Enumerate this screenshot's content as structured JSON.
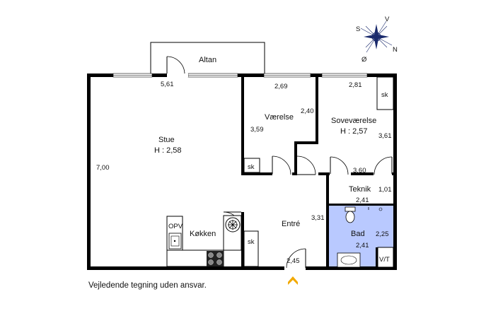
{
  "rooms": {
    "altan": "Altan",
    "stue": "Stue",
    "stue_height": "H : 2,58",
    "vaerelse": "Værelse",
    "sovevaerelse": "Soveværelse",
    "sovevaerelse_height": "H : 2,57",
    "teknik": "Teknik",
    "koekken": "Køkken",
    "entre": "Entré",
    "bad": "Bad"
  },
  "fixtures": {
    "opv": "OPV",
    "sk": "sk",
    "vt": "V/T"
  },
  "dimensions": {
    "stue_width": "5,61",
    "stue_depth": "7,00",
    "vaerelse_width": "2,69",
    "vaerelse_side": "2,40",
    "vaerelse_depth": "3,59",
    "sove_width": "2,81",
    "sove_depth": "3,61",
    "sove_bottom": "3,60",
    "teknik_depth": "1,01",
    "teknik_width": "2,41",
    "entre_depth": "3,31",
    "entre_width": "2,45",
    "bad_depth": "2,25",
    "bad_width": "2,41"
  },
  "compass": {
    "s": "S",
    "v": "V",
    "n": "N",
    "o": "Ø"
  },
  "caption": "Vejledende tegning uden ansvar.",
  "colors": {
    "wall": "#000000",
    "bathroom": "#b9c9ff",
    "entrance_arrow": "#f2a900",
    "window": "#ffffff"
  }
}
